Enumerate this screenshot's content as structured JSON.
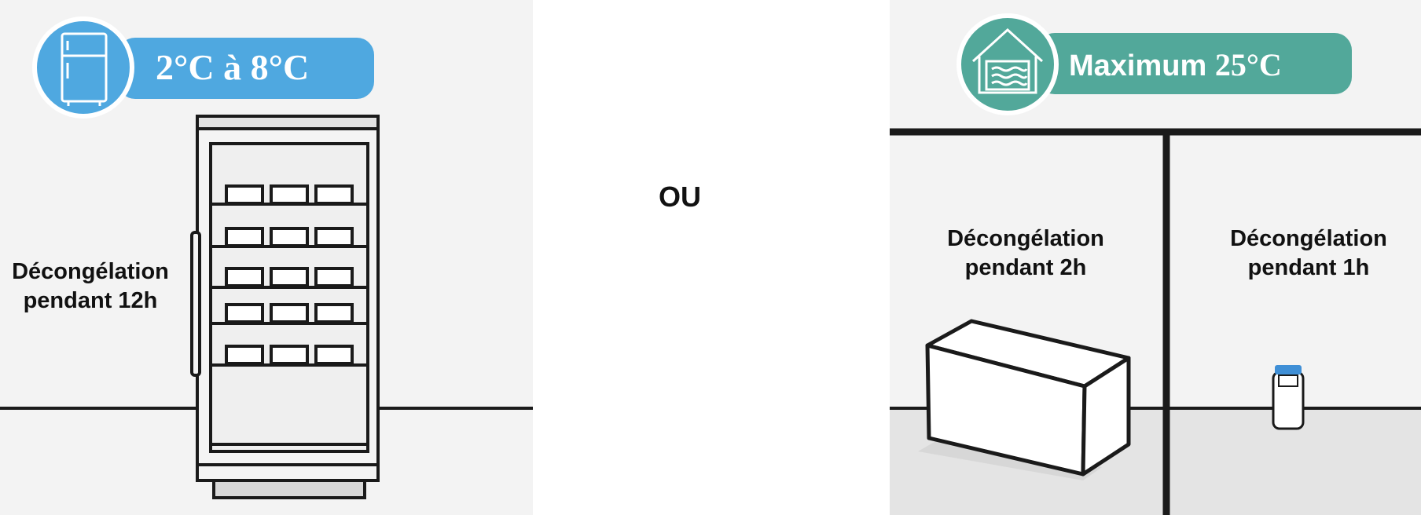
{
  "fridge": {
    "temperature_badge": "2°C à 8°C",
    "thaw_label_line1": "Décongélation",
    "thaw_label_line2": "pendant 12h",
    "badge_color": "#4fa8e0",
    "icon": "refrigerator-icon"
  },
  "separator": {
    "text": "OU"
  },
  "room": {
    "temperature_badge_word": "Maximum",
    "temperature_badge_value": "25°C",
    "badge_color": "#52a89a",
    "icon": "house-icon",
    "carton": {
      "thaw_label_line1": "Décongélation",
      "thaw_label_line2": "pendant 2h"
    },
    "vial": {
      "thaw_label_line1": "Décongélation",
      "thaw_label_line2": "pendant 1h",
      "cap_color": "#3f8fd6"
    }
  }
}
